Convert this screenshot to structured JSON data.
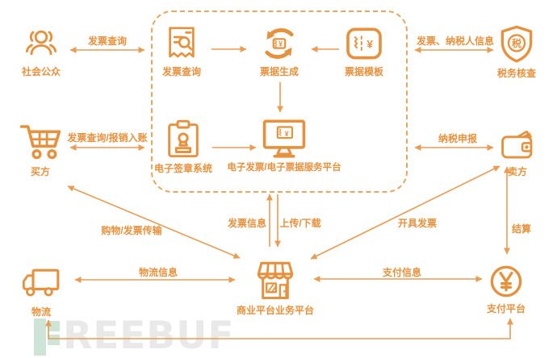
{
  "colors": {
    "accent": "#E8913C",
    "connector": "#EA9C52",
    "dashed_border": "#ECA55C",
    "watermark_text": "#E9E9E9",
    "watermark_logo": "#CDE4D6"
  },
  "nodes": {
    "public": {
      "label": "社会公众"
    },
    "invoice_query": {
      "label": "发票查询"
    },
    "ticket_generation": {
      "label": "票据生成"
    },
    "ticket_template": {
      "label": "票据模板"
    },
    "signature_system": {
      "label": "电子签章系统"
    },
    "service_platform": {
      "label": "电子发票/电子票据服务平台"
    },
    "tax_check": {
      "label": "税务核查"
    },
    "buyer": {
      "label": "买方"
    },
    "seller": {
      "label": "卖方"
    },
    "business_platform": {
      "label": "商业平台业务平台"
    },
    "logistics": {
      "label": "物流"
    },
    "payment_platform": {
      "label": "支付平台"
    }
  },
  "icon_glyphs": {
    "tax": "税",
    "yen": "¥"
  },
  "edges": {
    "public_query": "发票查询",
    "tax_info": "发票、纳税人信息",
    "buyer_query": "发票查询/报销入账",
    "tax_declaration": "纳税申报",
    "shopping_transfer": "购物/发票传输",
    "invoice_info": "发票信息",
    "upload_download": "上传/下载",
    "issue_invoice": "开具发票",
    "settlement": "结算",
    "logistics_info": "物流信息",
    "payment_info": "支付信息"
  },
  "watermark": {
    "text": "REEBUF"
  }
}
